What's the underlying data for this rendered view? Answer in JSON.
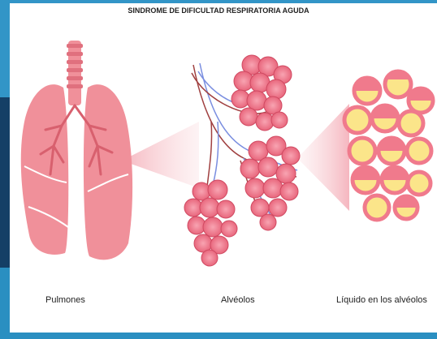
{
  "diagram": {
    "title": "SINDROME DE DIFICULTAD RESPIRATORIA AGUDA",
    "labels": {
      "lungs": "Pulmones",
      "alveoli": "Alvéolos",
      "fluid": "Líquido en los alvéolos"
    }
  },
  "colors": {
    "background": "#2a8fc1",
    "lung": "#f0909a",
    "lung_dark": "#d8606e",
    "alveoli": "#f07a8c",
    "fluid": "#fbe58a",
    "beam": "#f7c2c8",
    "artery": "#a04040",
    "vein": "#7a8ee0"
  }
}
